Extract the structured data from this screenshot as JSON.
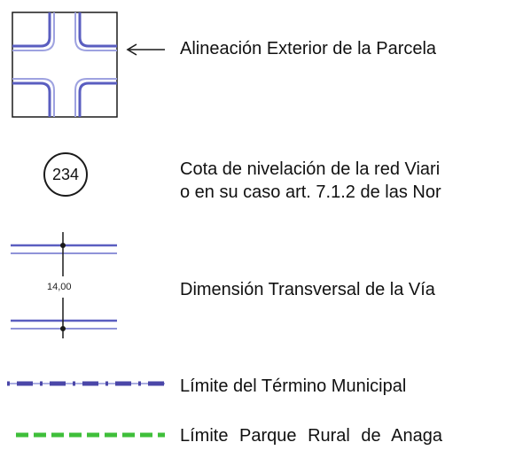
{
  "legend": {
    "items": [
      {
        "label": "Alineación Exterior de la Parcela"
      },
      {
        "label_line1": "Cota de nivelación de la red Viari",
        "label_line2": "o en su caso art. 7.1.2 de las Nor",
        "symbol_text": "234"
      },
      {
        "label": "Dimensión Transversal de la Vía",
        "symbol_text": "14,00"
      },
      {
        "label": "Límite del Término Municipal"
      },
      {
        "label": "Límite Parque  Rural  de  Anaga"
      }
    ]
  },
  "colors": {
    "line_black": "#1a1a1a",
    "line_blue": "#5a5ec0",
    "line_blue_light": "#8f93d8",
    "dash_green": "#3fbf3a",
    "dash_purple": "#5a4fb5"
  },
  "icons": {
    "parcel": "parcel-alignment-icon",
    "cota": "elevation-circle-icon",
    "dimension": "road-dimension-icon",
    "municipal": "municipal-boundary-line",
    "park": "park-boundary-line"
  }
}
